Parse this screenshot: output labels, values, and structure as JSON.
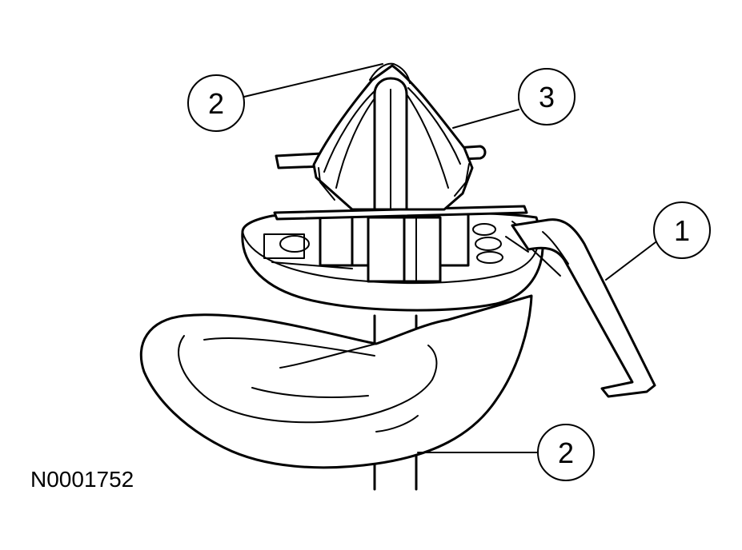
{
  "figure_id": "N0001752",
  "callouts": [
    {
      "label": "2"
    },
    {
      "label": "3"
    },
    {
      "label": "1"
    },
    {
      "label": "2"
    }
  ],
  "colors": {
    "ink": "#000000",
    "paper": "#ffffff"
  }
}
